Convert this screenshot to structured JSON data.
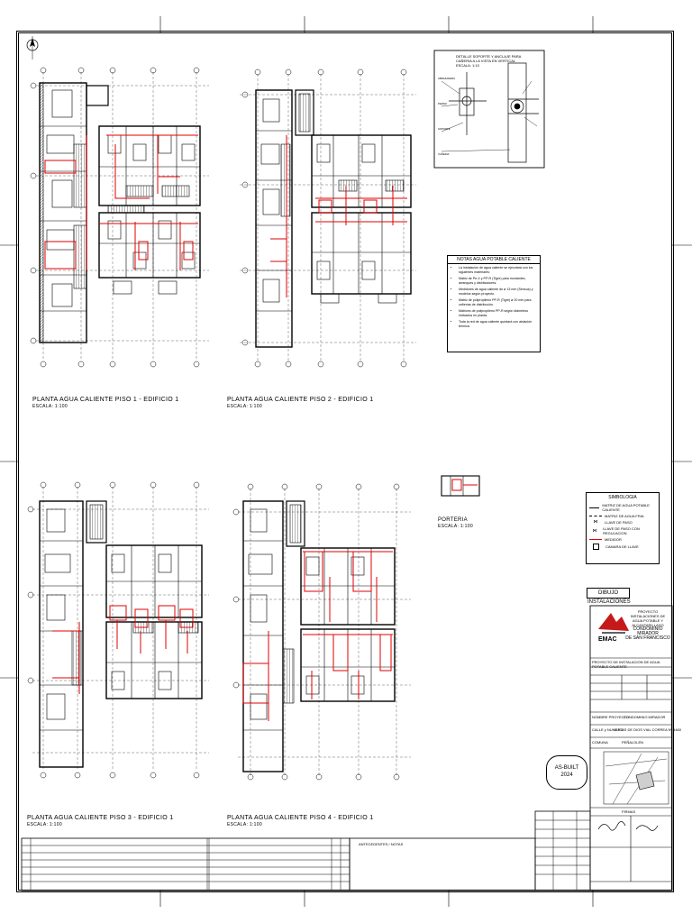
{
  "plans": [
    {
      "title": "PLANTA AGUA CALIENTE  PISO 1  -  EDIFICIO 1",
      "scale": "ESCALA: 1:100"
    },
    {
      "title": "PLANTA AGUA CALIENTE  PISO 2  -  EDIFICIO 1",
      "scale": "ESCALA: 1:100"
    },
    {
      "title": "PLANTA AGUA CALIENTE  PISO 3  -  EDIFICIO 1",
      "scale": "ESCALA: 1:100"
    },
    {
      "title": "PLANTA AGUA CALIENTE  PISO 4  -  EDIFICIO 1",
      "scale": "ESCALA: 1:100"
    }
  ],
  "detail": {
    "title": "DETALLE SOPORTE Y ANCLAJE PARA CAÑERIA A LA VISTA EN VERTICAL",
    "sub": "ESCALA: 1:10"
  },
  "notes": {
    "title": "NOTAS AGUA POTABLE CALIENTE",
    "items": [
      "La instalación de agua caliente se ejecutará con los siguientes materiales:",
      "Matriz de Pe-X y PP-R (Tigre) para montantes, arranques y distribuidores.",
      "Medidores de agua caliente de ø 13 mm (Sensus) y modelos según proyecto.",
      "Matriz de polipropileno PP-R (Tigre) ø 20 mm para cañerías de distribución.",
      "Matrices de polipropileno PP-R según diámetros indicados en planta.",
      "Toda la red de agua caliente quedará con aislación térmica."
    ]
  },
  "cover": {
    "title": "PORTERIA",
    "scale": "ESCALA: 1:100"
  },
  "legend": {
    "title": "SIMBOLOGIA",
    "items": [
      "MATRIZ DE AGUA POTABLE CALIENTE",
      "MATRIZ DE AGUA FRIA",
      "LLAVE DE PASO",
      "LLAVE DE PASO CON REGULACION",
      "MEDIDOR",
      "CAMARA DE LLAVE"
    ]
  },
  "status_label": "DIBUJO  INSTALACIONES",
  "title_block": {
    "owner_lines": [
      "PROYECTO INSTALACIONES DE AGUA POTABLE Y ALCANTARILLADO",
      "CONDOMINIO MIRADOR",
      "DE SAN FRANCISCO"
    ],
    "company": "EMAC",
    "project_name": "PROYECTO DE INSTALACION DE AGUA POTABLE CALIENTE",
    "rows": [
      {
        "label": "NOMBRE PROYECTO",
        "value": "CONDOMINIO MIRADOR"
      },
      {
        "label": "CALLE y NUMERO",
        "value": "LUCAS DE DIOS VIAL CORREA Nº 4460"
      },
      {
        "label": "COMUNA",
        "value": "PEÑALOLEN"
      }
    ],
    "firmas_label": "FIRMAS"
  },
  "stamp": {
    "line1": "AS-BUILT",
    "line2": "2024"
  },
  "revisions_header": "ANTECEDENTES / NOTAS"
}
